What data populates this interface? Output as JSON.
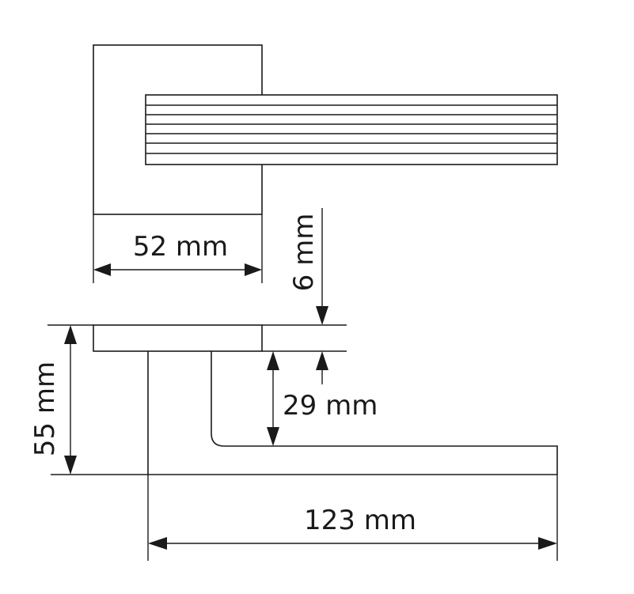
{
  "diagram": {
    "dimensions": {
      "rose_width": "52 mm",
      "rose_thickness": "6 mm",
      "handle_drop": "29 mm",
      "total_height": "55 mm",
      "handle_length": "123 mm"
    },
    "colors": {
      "line": "#1a1a1a",
      "background": "#ffffff"
    }
  }
}
